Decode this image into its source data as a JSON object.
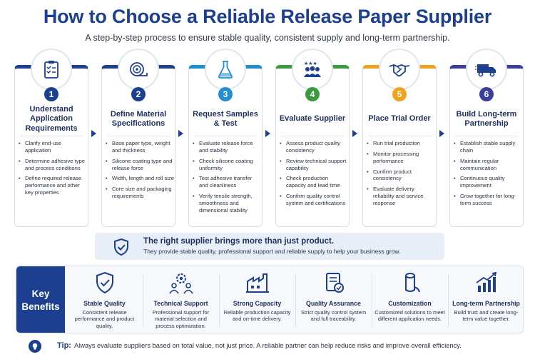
{
  "title": "How to Choose a Reliable Release Paper Supplier",
  "subtitle": "A step-by-step process to ensure stable quality, consistent supply and long-term partnership.",
  "steps": [
    {
      "number": "1",
      "title": "Understand Application Requirements",
      "color": "#1c3f8f",
      "icon": "clipboard-checklist-icon",
      "bullets": [
        "Clarify end-use application",
        "Determine adhesive type and process conditions",
        "Define required release performance and other key properties"
      ]
    },
    {
      "number": "2",
      "title": "Define Material Specifications",
      "color": "#1c3f8f",
      "icon": "paper-roll-icon",
      "bullets": [
        "Base paper type, weight and thickness",
        "Silicone coating type and release force",
        "Width, length and roll size",
        "Core size and packaging requirements"
      ]
    },
    {
      "number": "3",
      "title": "Request Samples & Test",
      "color": "#1f8fd0",
      "icon": "flask-icon",
      "bullets": [
        "Evaluate release force and stability",
        "Check silicone coating uniformity",
        "Test adhesive transfer and cleanliness",
        "Verify tensile strength, smoothness and dimensional stability"
      ]
    },
    {
      "number": "4",
      "title": "Evaluate Supplier",
      "color": "#3a9a3e",
      "icon": "team-stars-icon",
      "bullets": [
        "Assess product quality consistency",
        "Review technical support capability",
        "Check production capacity and lead time",
        "Confirm quality control system and certifications"
      ]
    },
    {
      "number": "5",
      "title": "Place Trial Order",
      "color": "#f0a21e",
      "icon": "handshake-icon",
      "bullets": [
        "Run trial production",
        "Monitor processing performance",
        "Confirm product consistency",
        "Evaluate delivery reliability and service response"
      ]
    },
    {
      "number": "6",
      "title": "Build Long-term Partnership",
      "color": "#3b3f9a",
      "icon": "delivery-truck-icon",
      "bullets": [
        "Establish stable supply chain",
        "Maintain regular communication",
        "Continuous quality improvement",
        "Grow together for long-term success"
      ]
    }
  ],
  "banner": {
    "headline": "The right supplier brings more than just product.",
    "text": "They provide stable quality, professional support and reliable supply to help your business grow."
  },
  "key_benefits": {
    "label_line1": "Key",
    "label_line2": "Benefits",
    "items": [
      {
        "title": "Stable Quality",
        "text": "Consistent release performance and product quality.",
        "icon": "shield-check-icon"
      },
      {
        "title": "Technical Support",
        "text": "Professional support for material selection and process optimization.",
        "icon": "team-gear-icon"
      },
      {
        "title": "Strong Capacity",
        "text": "Reliable production capacity and on-time delivery.",
        "icon": "factory-icon"
      },
      {
        "title": "Quality Assurance",
        "text": "Strict quality control system and full traceability.",
        "icon": "checklist-badge-icon"
      },
      {
        "title": "Customization",
        "text": "Customized solutions to meet different application needs.",
        "icon": "paper-roll-icon"
      },
      {
        "title": "Long-term Partnership",
        "text": "Build trust and create long-term value together.",
        "icon": "growth-chart-icon"
      }
    ]
  },
  "tip": {
    "label": "Tip:",
    "text": "Always evaluate suppliers based on total value, not just price. A reliable partner can help reduce risks and improve overall efficiency."
  },
  "colors": {
    "primary": "#1c3f8f",
    "banner_bg": "#e8eef8"
  }
}
